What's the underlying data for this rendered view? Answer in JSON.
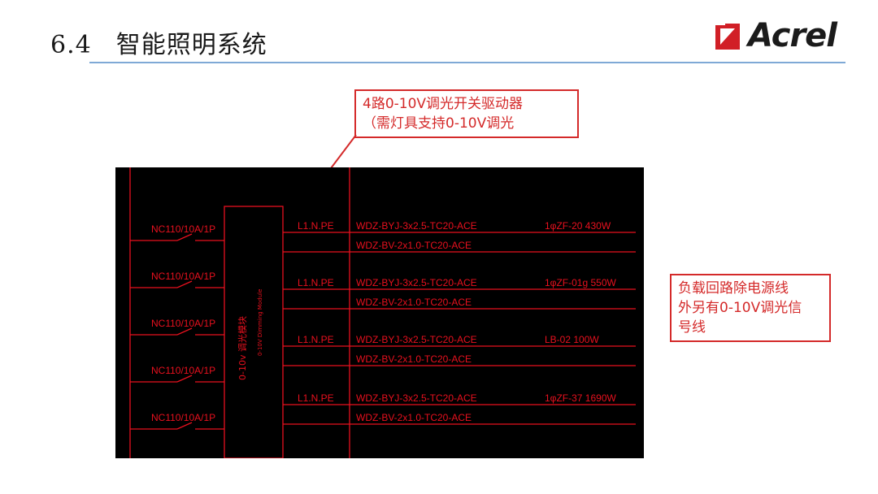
{
  "header": {
    "section_number": "6.4",
    "section_title": "智能照明系统",
    "logo_text": "Acrel"
  },
  "callouts": {
    "top": {
      "line1": "4路0-10V调光开关驱动器",
      "line2": "（需灯具支持0-10V调光"
    },
    "right": {
      "line1": "负载回路除电源线",
      "line2": "外另有0-10V调光信",
      "line3": "号线"
    }
  },
  "drawing": {
    "module_label": "0-10v 调光模块",
    "module_sublabel": "0-10V Dimming Module",
    "breakers": [
      "NC110/10A/1P",
      "NC110/10A/1P",
      "NC110/10A/1P",
      "NC110/10A/1P",
      "NC110/10A/1P"
    ],
    "circuits": [
      {
        "phase": "L1.N.PE",
        "cable_power": "WDZ-BYJ-3x2.5-TC20-ACE",
        "cable_signal": "WDZ-BV-2x1.0-TC20-ACE",
        "load": "1φZF-20 430W"
      },
      {
        "phase": "L1.N.PE",
        "cable_power": "WDZ-BYJ-3x2.5-TC20-ACE",
        "cable_signal": "WDZ-BV-2x1.0-TC20-ACE",
        "load": "1φZF-01g 550W"
      },
      {
        "phase": "L1.N.PE",
        "cable_power": "WDZ-BYJ-3x2.5-TC20-ACE",
        "cable_signal": "WDZ-BV-2x1.0-TC20-ACE",
        "load": "LB-02 100W"
      },
      {
        "phase": "L1.N.PE",
        "cable_power": "WDZ-BYJ-3x2.5-TC20-ACE",
        "cable_signal": "WDZ-BV-2x1.0-TC20-ACE",
        "load": "1φZF-37 1690W"
      }
    ],
    "colors": {
      "line": "#e8101e",
      "background": "#000000",
      "callout": "#d42a2a"
    }
  }
}
